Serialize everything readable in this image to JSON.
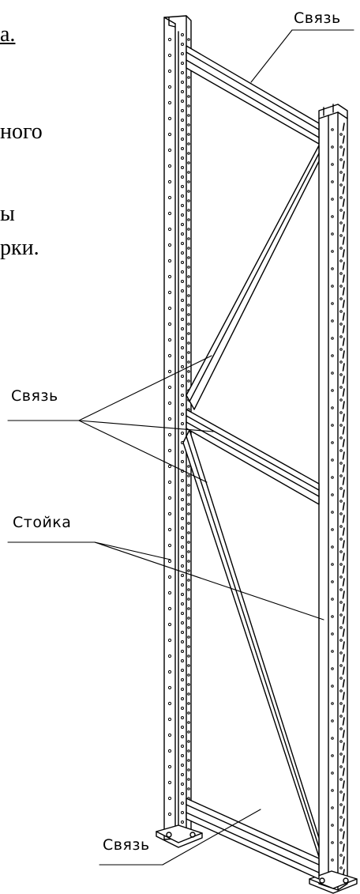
{
  "text_fragments": [
    {
      "text": "а."
    },
    {
      "text": "ного"
    },
    {
      "text": "ы"
    },
    {
      "text": "рки."
    }
  ],
  "labels": {
    "svyaz_top": "Связь",
    "svyaz_middle": "Связь",
    "stoika": "Стойка",
    "svyaz_bottom": "Связь"
  },
  "colors": {
    "line": "#000000",
    "background": "#ffffff"
  }
}
